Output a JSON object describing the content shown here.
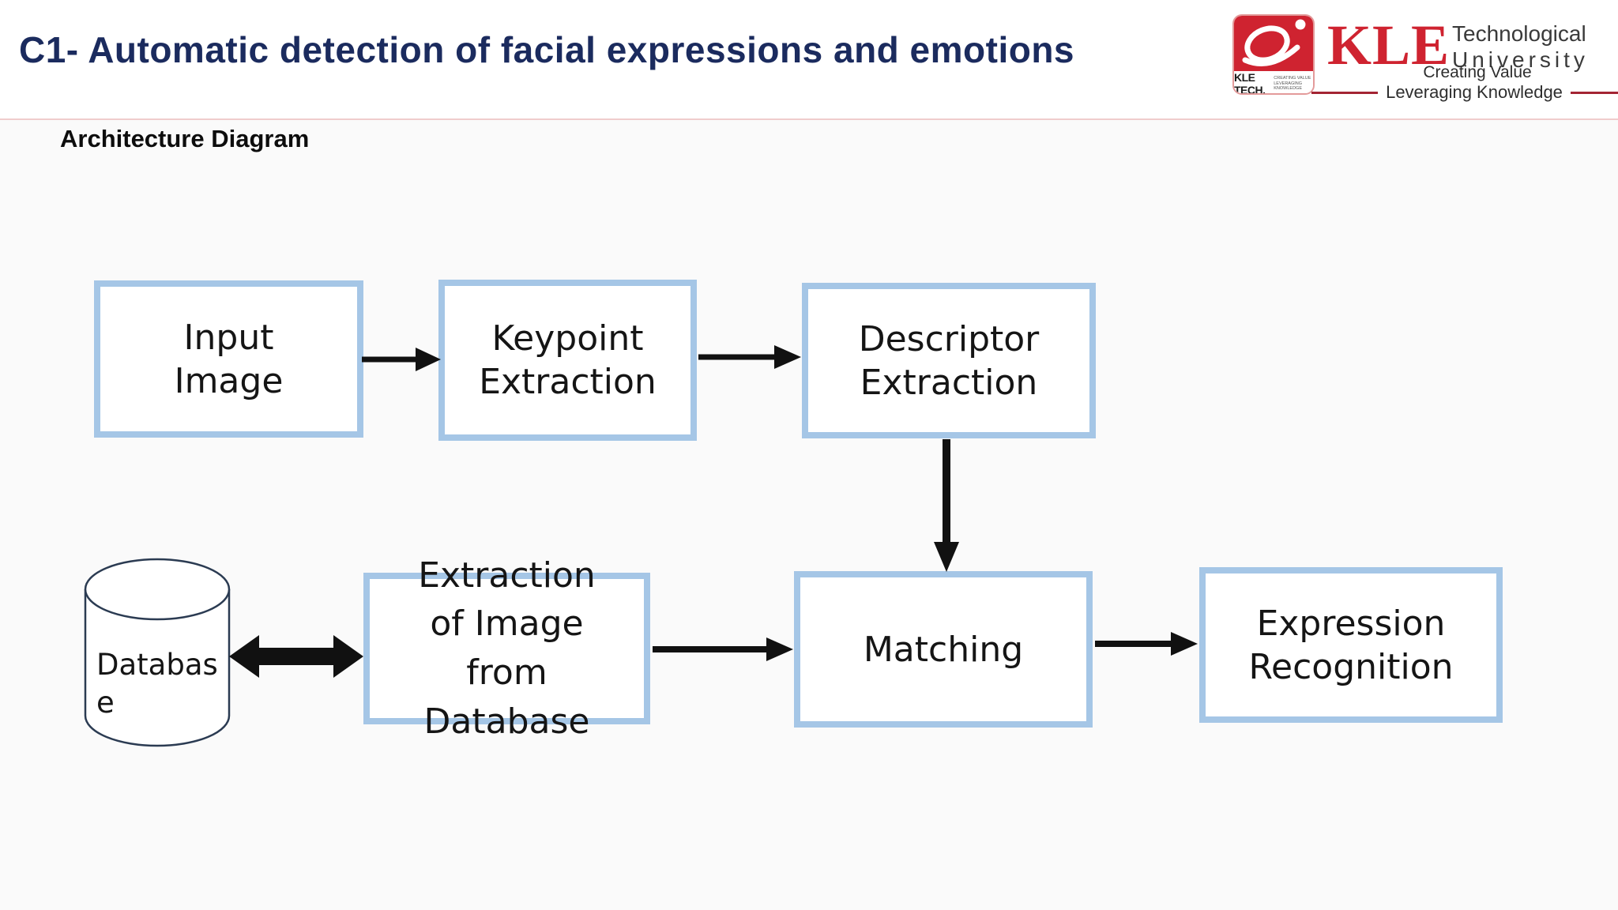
{
  "header": {
    "title": "C1- Automatic detection of facial expressions and emotions",
    "logo": {
      "badge_title": "KLE TECH.",
      "badge_tagline_1": "CREATING VALUE",
      "badge_tagline_2": "LEVERAGING KNOWLEDGE",
      "brand": "KLE",
      "brand_sub_1": "Technological",
      "brand_sub_2": "University",
      "tagline_1": "Creating Value",
      "tagline_2": "Leveraging Knowledge"
    }
  },
  "body": {
    "heading": "Architecture Diagram"
  },
  "diagram": {
    "nodes": {
      "input_image": {
        "label": "Input\nImage"
      },
      "keypoint": {
        "label": "Keypoint\nExtraction"
      },
      "descriptor": {
        "label": "Descriptor\nExtraction"
      },
      "database": {
        "label": "Databas\ne"
      },
      "extraction_db": {
        "label": "Extraction\nof Image\nfrom\nDatabase"
      },
      "matching": {
        "label": "Matching"
      },
      "expression": {
        "label": "Expression\nRecognition"
      }
    },
    "icons": {
      "database": "database-cylinder-icon",
      "logo_mark": "q-logo-icon",
      "connectors": [
        "arrow-input-to-keypoint",
        "arrow-keypoint-to-descriptor",
        "arrow-descriptor-to-matching",
        "arrow-database-extraction-bidirectional",
        "arrow-extraction-to-matching",
        "arrow-matching-to-expression"
      ]
    }
  },
  "colors": {
    "title_navy": "#1b2b5e",
    "brand_red": "#cf2330",
    "tagline_rule_red": "#a32433",
    "box_border_blue": "#a5c6e6",
    "box_fill": "#ffffff",
    "arrow_black": "#111111",
    "header_divider_pink": "#f0cccc",
    "slide_background": "#fafafa"
  }
}
